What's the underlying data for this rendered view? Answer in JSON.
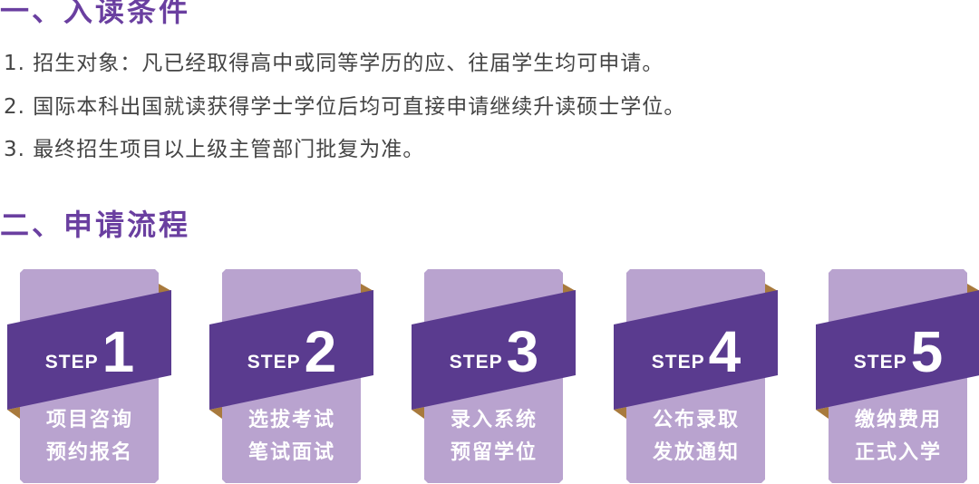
{
  "section1": {
    "title": "一、入读条件",
    "items": [
      "1. 招生对象：凡已经取得高中或同等学历的应、往届学生均可申请。",
      "2. 国际本科出国就读获得学士学位后均可直接申请继续升读硕士学位。",
      "3. 最终招生项目以上级主管部门批复为准。"
    ]
  },
  "section2": {
    "title": "二、申请流程",
    "step_word": "STEP",
    "steps": [
      {
        "num": "1",
        "line1": "项目咨询",
        "line2": "预约报名"
      },
      {
        "num": "2",
        "line1": "选拔考试",
        "line2": "笔试面试"
      },
      {
        "num": "3",
        "line1": "录入系统",
        "line2": "预留学位"
      },
      {
        "num": "4",
        "line1": "公布录取",
        "line2": "发放通知"
      },
      {
        "num": "5",
        "line1": "缴纳费用",
        "line2": "正式入学"
      }
    ]
  },
  "colors": {
    "heading": "#6a3fa0",
    "card": "#b9a3cf",
    "band": "#5a3b8f",
    "fold": "#a87a3d"
  }
}
